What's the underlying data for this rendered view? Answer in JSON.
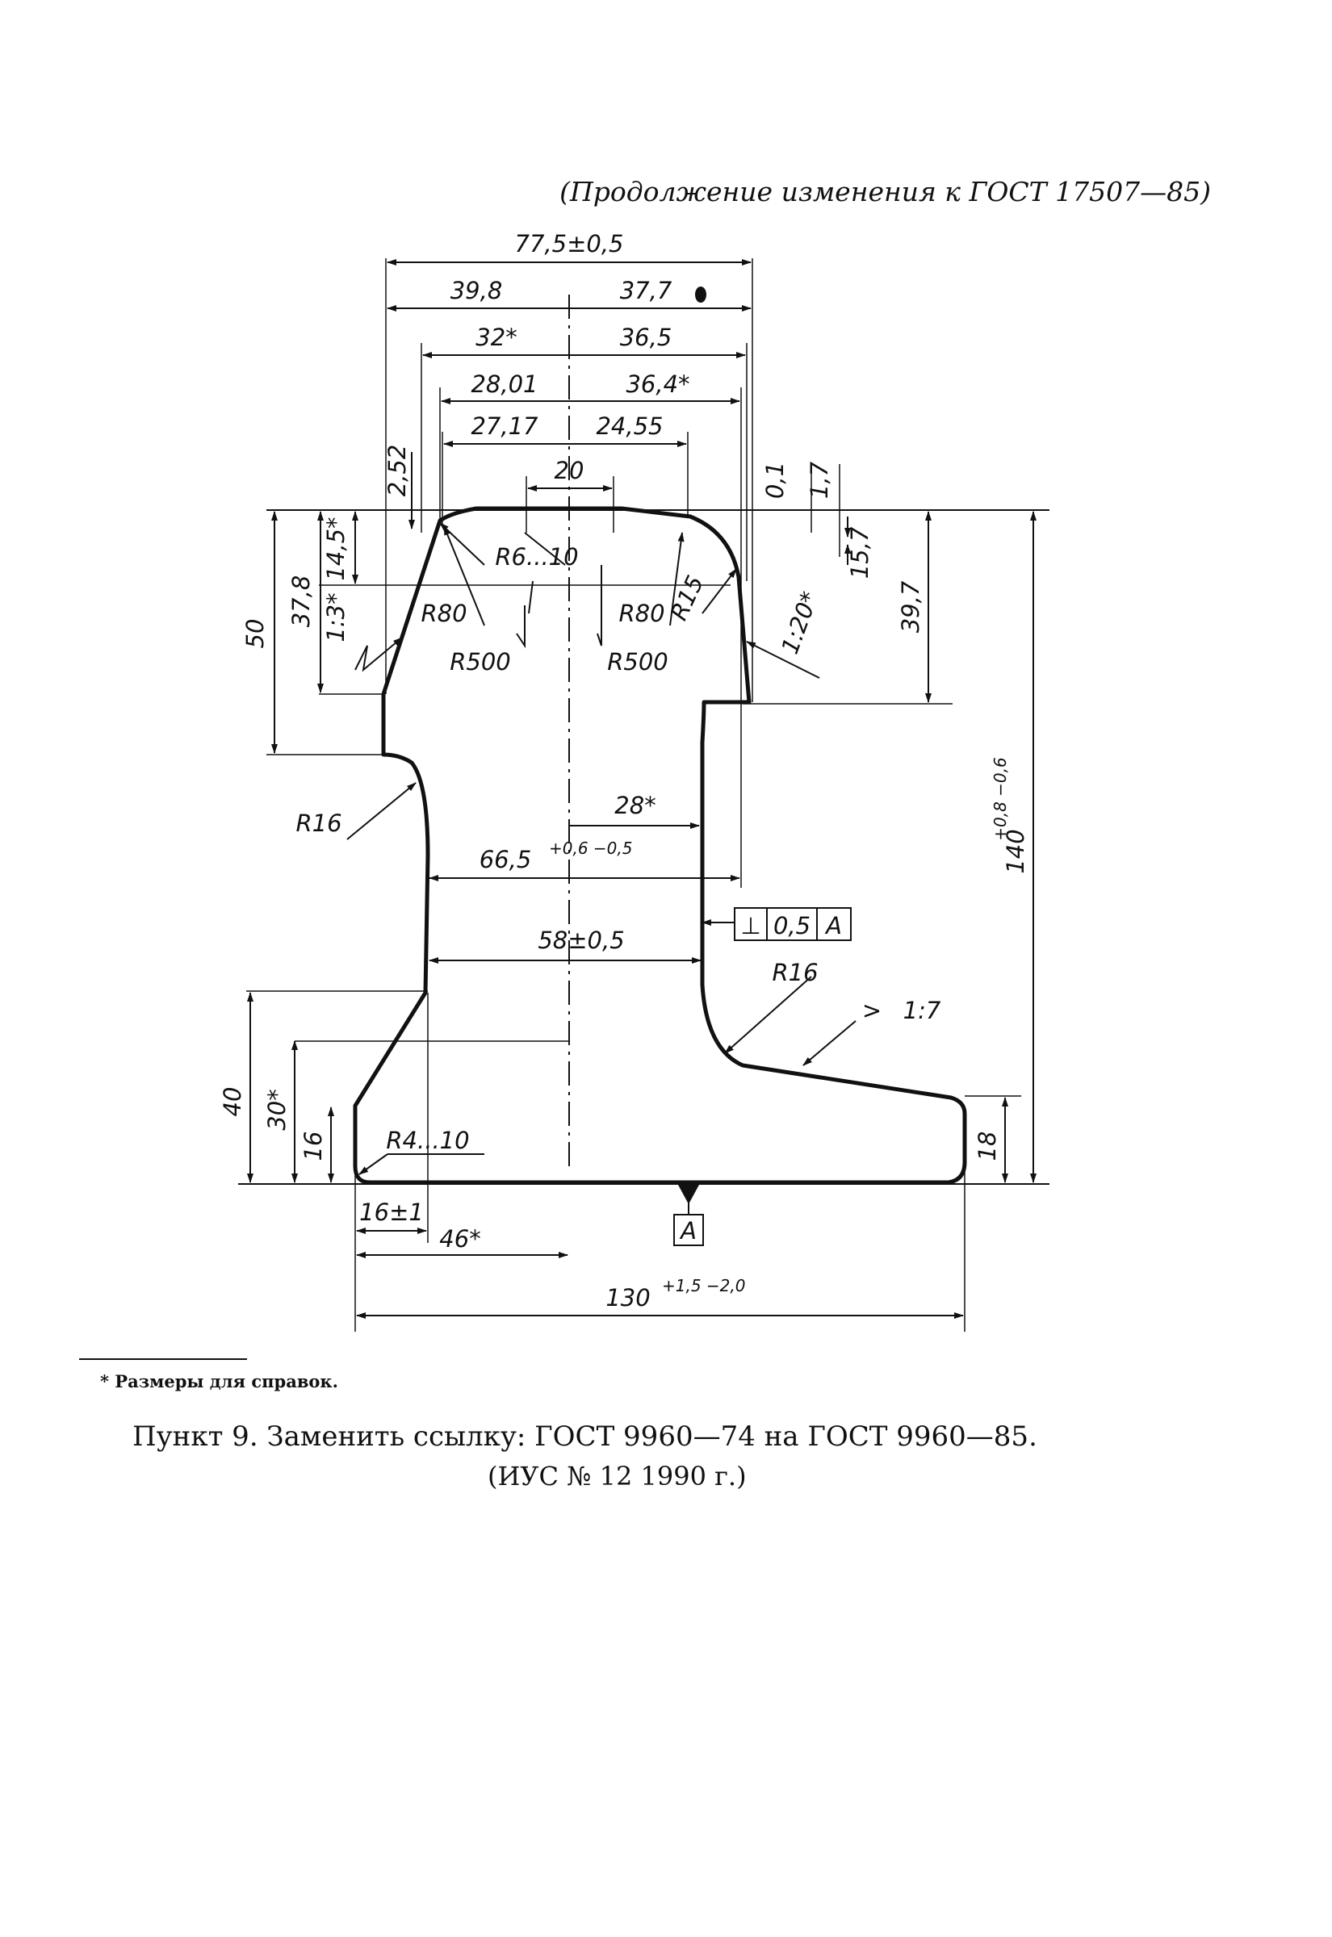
{
  "header": "(Продолжение изменения к ГОСТ 17507—85)",
  "drawing": {
    "dims": {
      "total_top": "77,5±0,5",
      "d398": "39,8",
      "d377": "37,7",
      "d32": "32*",
      "d365": "36,5",
      "d2801": "28,01",
      "d364": "36,4*",
      "d2717": "27,17",
      "d2455": "24,55",
      "d20": "20",
      "d252": "2,52",
      "d01": "0,1",
      "d17": "1,7",
      "d145": "14,5*",
      "d157": "15,7",
      "d378": "37,8",
      "d50": "50",
      "d13": "1:3*",
      "d120": "1:20*",
      "d397": "39,7",
      "r6_10": "R6...10",
      "r80_left": "R80",
      "r80_right": "R80",
      "r15": "R15",
      "r500_left": "R500",
      "r500_right": "R500",
      "r16_left": "R16",
      "d28": "28*",
      "d665_base": "66,5",
      "d665_tol": "+0,6 −0,5",
      "d140_base": "140",
      "d140_tol": "+0,8 −0,6",
      "tol_symbol": "⊥",
      "tol_value": "0,5",
      "tol_datum": "A",
      "d58": "58±0,5",
      "r16_right": "R16",
      "d17_slope": "1:7",
      "d40": "40",
      "d30": "30*",
      "d16": "16",
      "r4_10": "R4...10",
      "d18": "18",
      "d16pm1": "16±1",
      "d46": "46*",
      "datum_label": "A",
      "d130_base": "130",
      "d130_tol": "+1,5 −2,0"
    }
  },
  "footnote": "* Размеры для справок.",
  "item_text": "Пункт 9. Заменить ссылку: ГОСТ 9960—74 на ГОСТ 9960—85.",
  "source": "(ИУС № 12 1990 г.)"
}
